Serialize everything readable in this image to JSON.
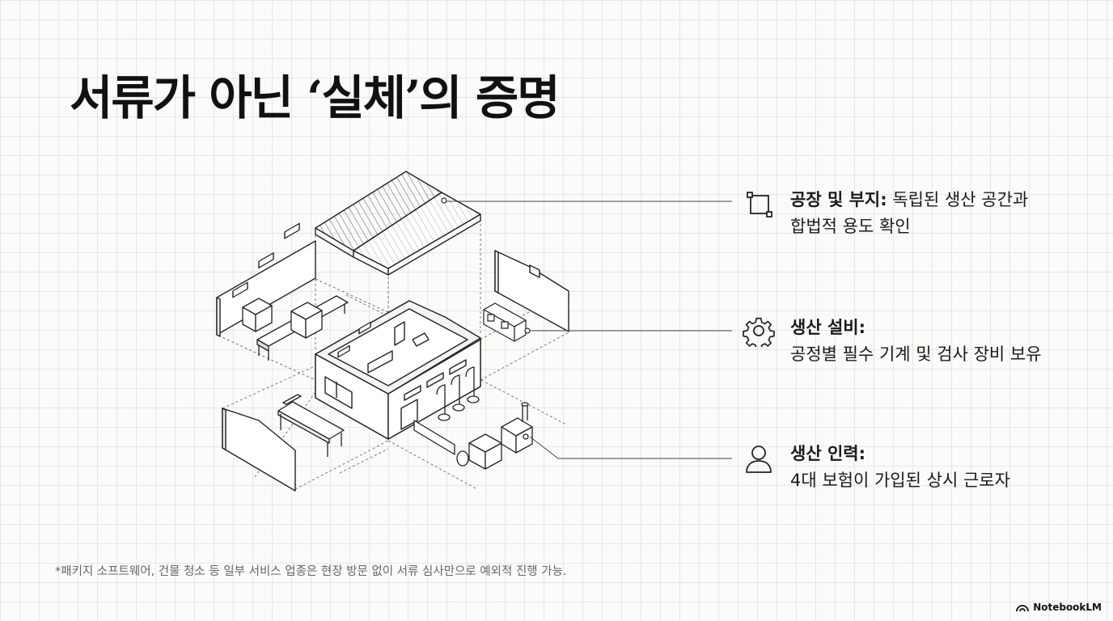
{
  "title": "서류가 아닌 ‘실체’의 증명",
  "features": [
    {
      "label": "공장 및 부지:",
      "desc_line1": "독립된 생산 공간과",
      "desc_line2": "합법적 용도 확인",
      "icon": "crop-frame-icon"
    },
    {
      "label": "생산 설비:",
      "desc_line1": "",
      "desc_line2": "공정별 필수 기계 및 검사 장비 보유",
      "icon": "gear-icon"
    },
    {
      "label": "생산 인력:",
      "desc_line1": "",
      "desc_line2": "4대 보험이 가입된 상시 근로자",
      "icon": "person-icon"
    }
  ],
  "footnote": "*패키지 소프트웨어, 건물 청소 등 일부 서비스 업종은 현장 방문 없이 서류 심사만으로 예외적 진행 가능.",
  "brand": "NotebookLM"
}
